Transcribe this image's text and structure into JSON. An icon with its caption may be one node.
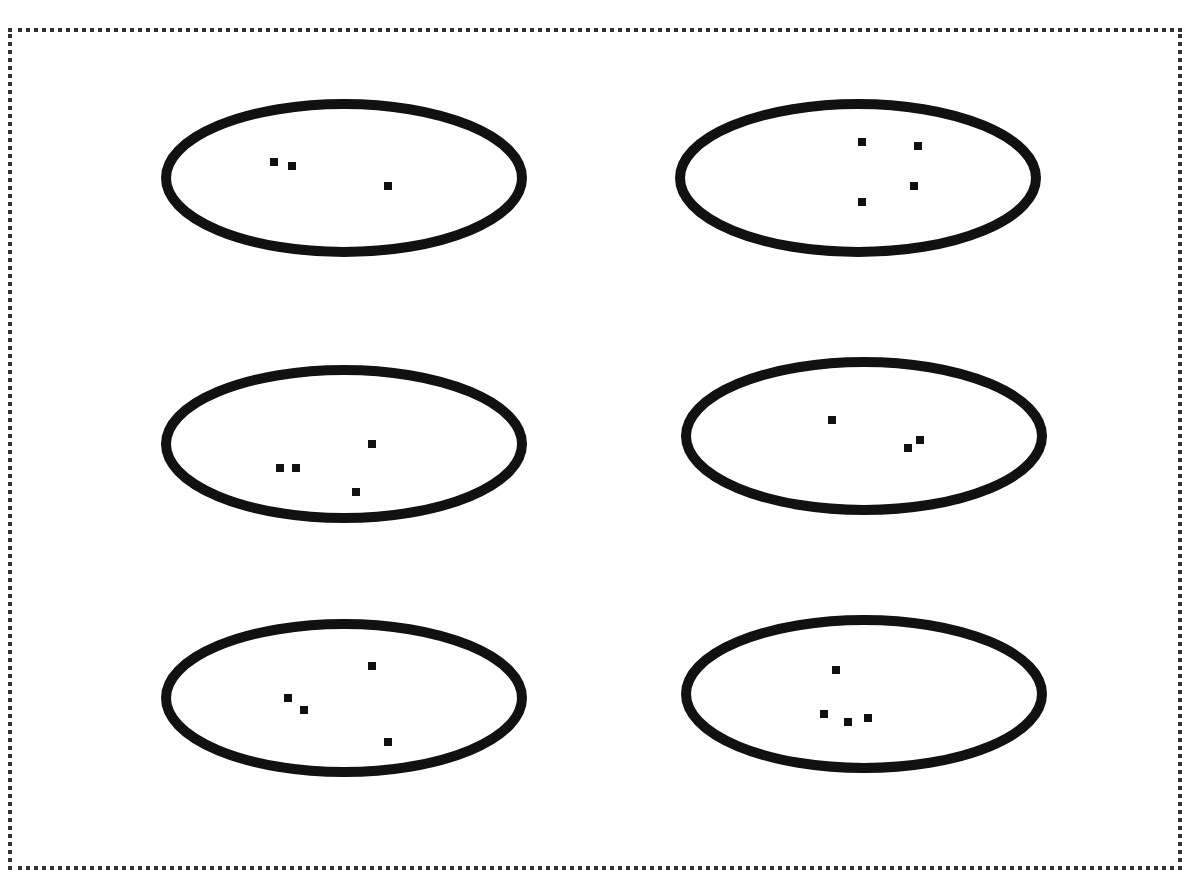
{
  "diagram": {
    "nodes": [
      {
        "text": [],
        "shape": "ellipse"
      },
      {
        "text": [],
        "shape": "ellipse"
      },
      {
        "text": [],
        "shape": "ellipse"
      },
      {
        "text": [],
        "shape": "ellipse"
      },
      {
        "text": [],
        "shape": "ellipse"
      },
      {
        "text": [],
        "shape": "ellipse"
      }
    ]
  }
}
